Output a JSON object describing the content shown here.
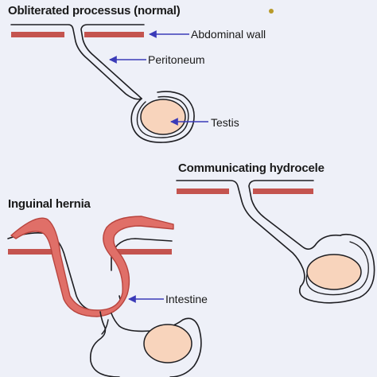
{
  "titles": {
    "normal": "Obliterated processus (normal)",
    "hydrocele": "Communicating hydrocele",
    "hernia": "Inguinal hernia"
  },
  "labels": {
    "abdominal_wall": "Abdominal wall",
    "peritoneum": "Peritoneum",
    "testis": "Testis",
    "intestine": "Intestine"
  },
  "colors": {
    "background": "#eef0f8",
    "abdominal_wall": "#c4544f",
    "intestine": "#e06f68",
    "testis": "#f8d4bc",
    "outline": "#1e1e22",
    "arrow": "#3a3ab8",
    "text": "#1a1a1a"
  }
}
